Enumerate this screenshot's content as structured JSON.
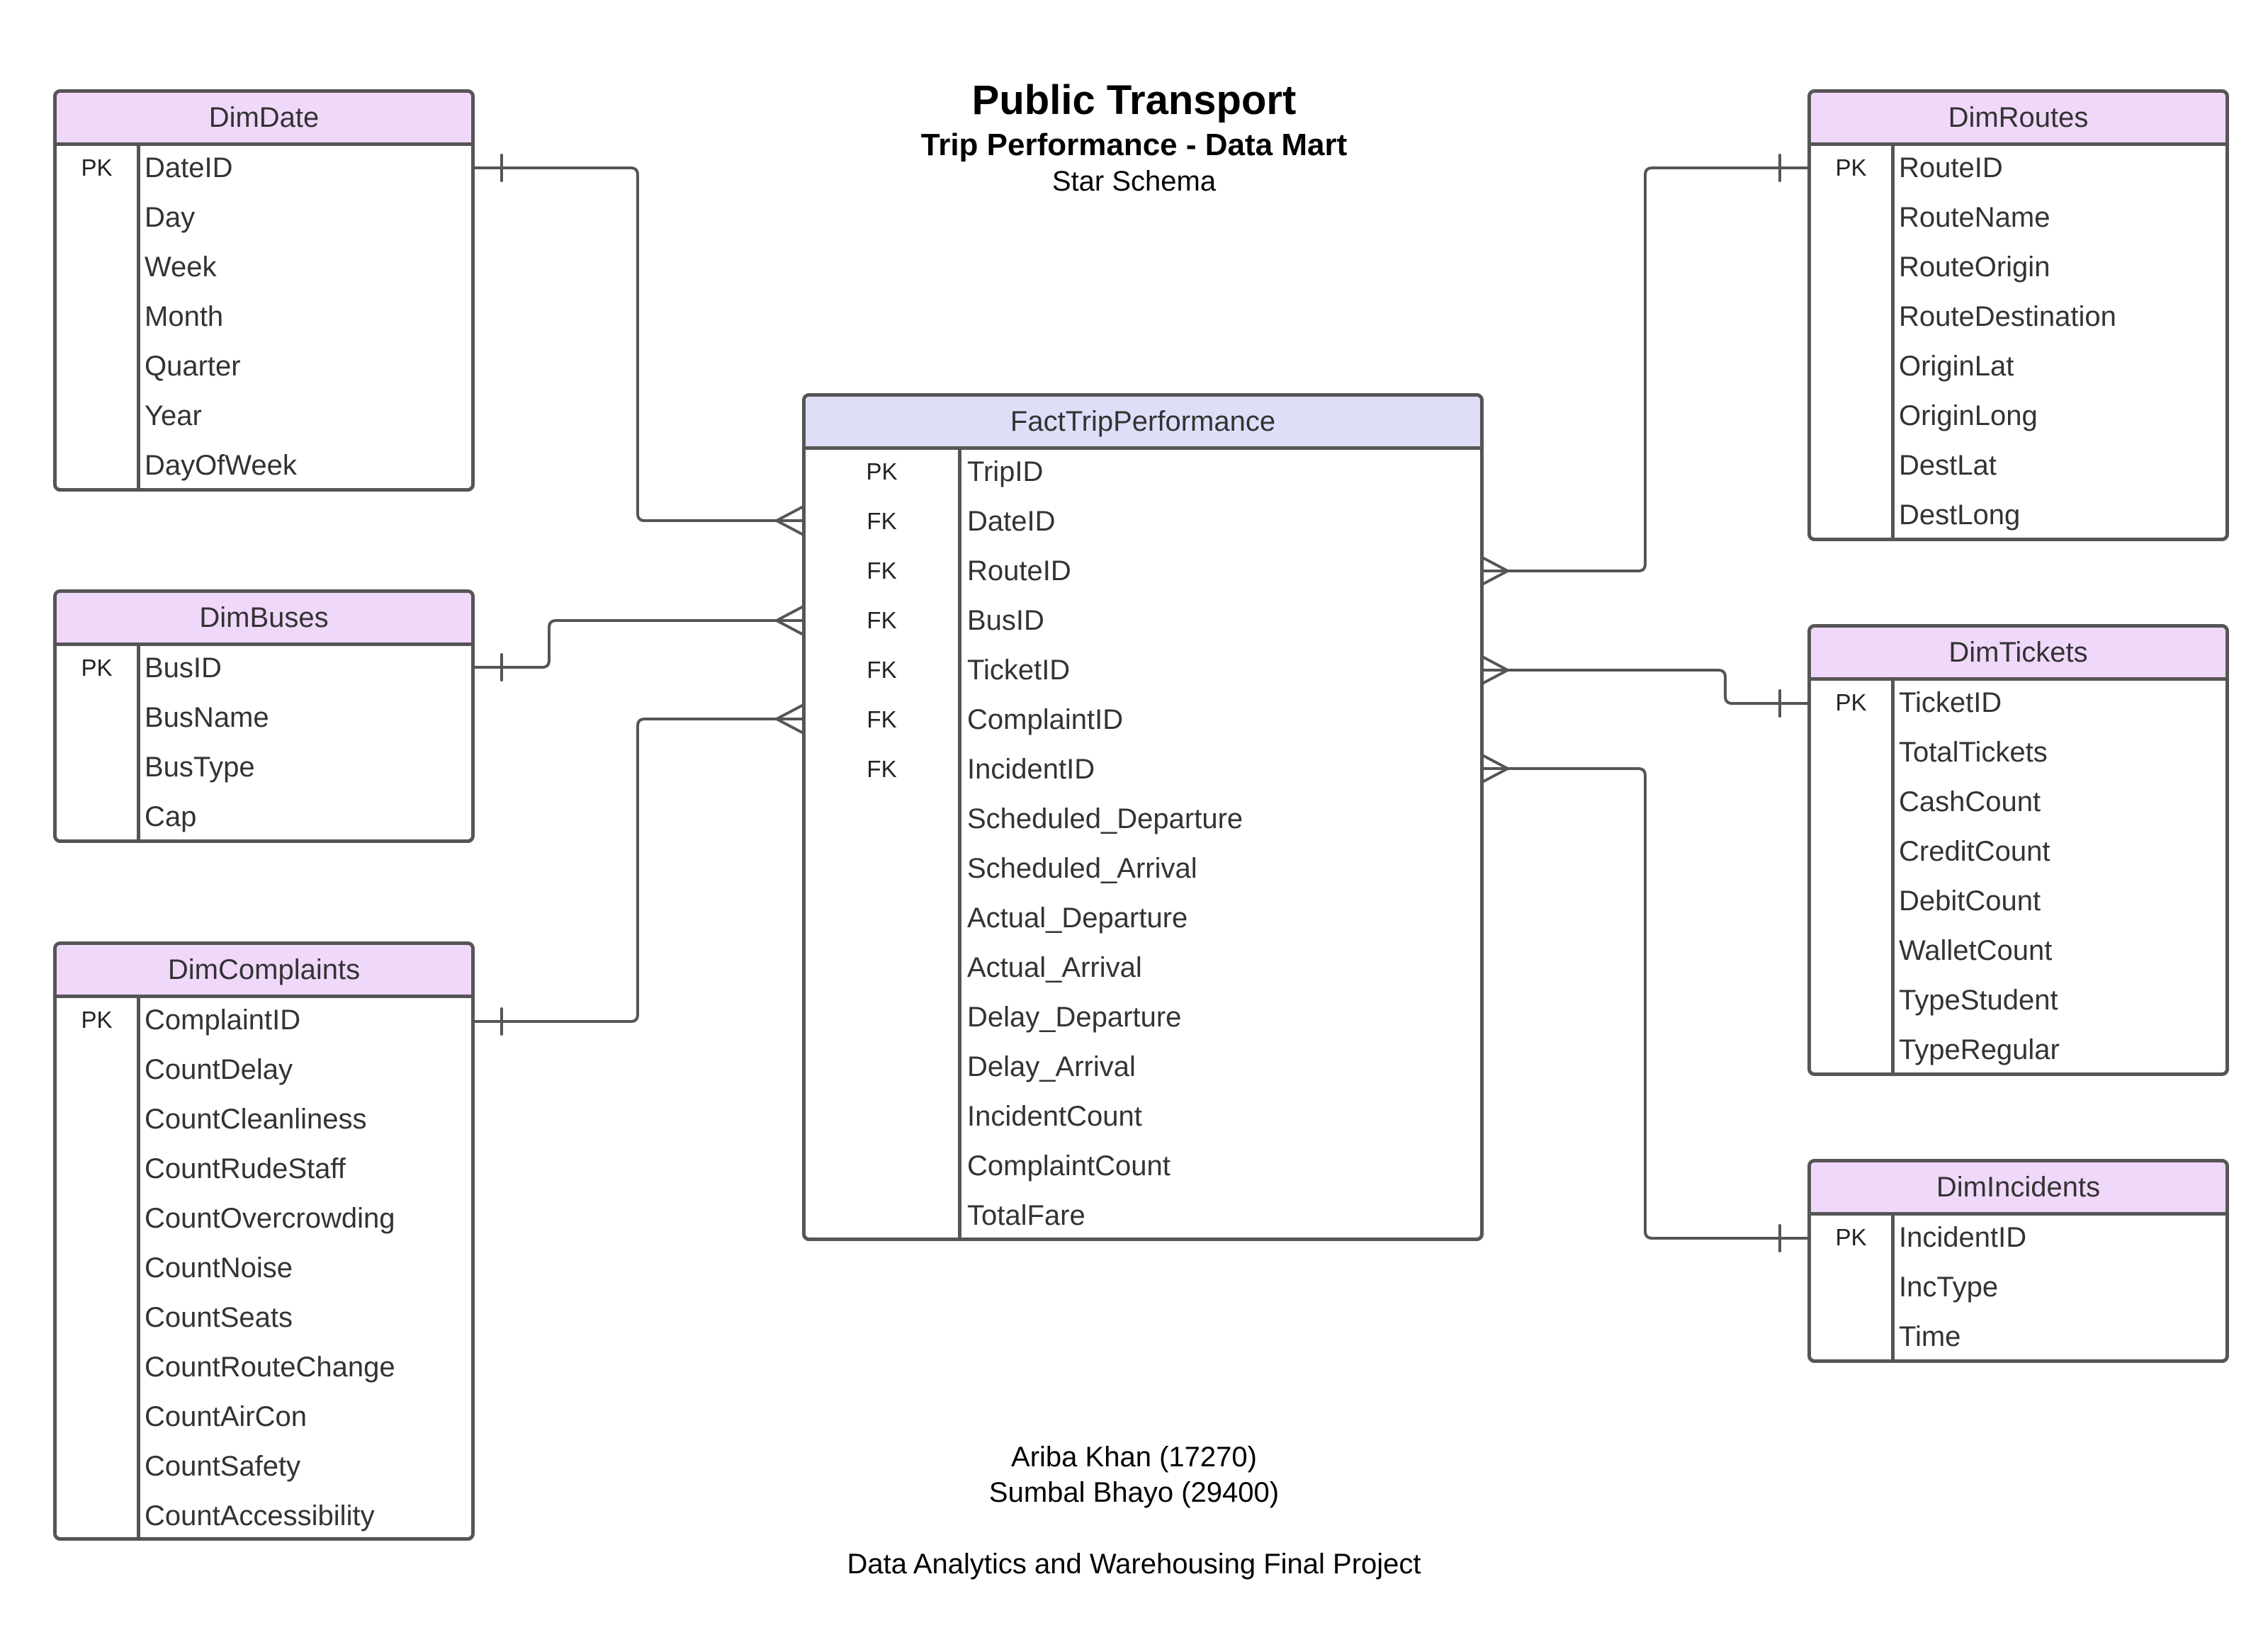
{
  "title": {
    "main": "Public Transport",
    "sub": "Trip Performance - Data Mart",
    "schema_type": "Star Schema"
  },
  "footer": {
    "author1": "Ariba Khan (17270)",
    "author2": "Sumbal Bhayo (29400)",
    "course": "Data Analytics and Warehousing Final Project"
  },
  "entities": {
    "dimdate": {
      "name": "DimDate",
      "fields": [
        {
          "key": "PK",
          "name": "DateID"
        },
        {
          "key": "",
          "name": "Day"
        },
        {
          "key": "",
          "name": "Week"
        },
        {
          "key": "",
          "name": "Month"
        },
        {
          "key": "",
          "name": "Quarter"
        },
        {
          "key": "",
          "name": "Year"
        },
        {
          "key": "",
          "name": "DayOfWeek"
        }
      ]
    },
    "dimbuses": {
      "name": "DimBuses",
      "fields": [
        {
          "key": "PK",
          "name": "BusID"
        },
        {
          "key": "",
          "name": "BusName"
        },
        {
          "key": "",
          "name": "BusType"
        },
        {
          "key": "",
          "name": "Cap"
        }
      ]
    },
    "dimcomplaints": {
      "name": "DimComplaints",
      "fields": [
        {
          "key": "PK",
          "name": "ComplaintID"
        },
        {
          "key": "",
          "name": "CountDelay"
        },
        {
          "key": "",
          "name": "CountCleanliness"
        },
        {
          "key": "",
          "name": "CountRudeStaff"
        },
        {
          "key": "",
          "name": "CountOvercrowding"
        },
        {
          "key": "",
          "name": "CountNoise"
        },
        {
          "key": "",
          "name": "CountSeats"
        },
        {
          "key": "",
          "name": "CountRouteChange"
        },
        {
          "key": "",
          "name": "CountAirCon"
        },
        {
          "key": "",
          "name": "CountSafety"
        },
        {
          "key": "",
          "name": "CountAccessibility"
        }
      ]
    },
    "fact": {
      "name": "FactTripPerformance",
      "fields": [
        {
          "key": "PK",
          "name": "TripID"
        },
        {
          "key": "FK",
          "name": "DateID"
        },
        {
          "key": "FK",
          "name": "RouteID"
        },
        {
          "key": "FK",
          "name": "BusID"
        },
        {
          "key": "FK",
          "name": "TicketID"
        },
        {
          "key": "FK",
          "name": "ComplaintID"
        },
        {
          "key": "FK",
          "name": "IncidentID"
        },
        {
          "key": "",
          "name": "Scheduled_Departure"
        },
        {
          "key": "",
          "name": "Scheduled_Arrival"
        },
        {
          "key": "",
          "name": "Actual_Departure"
        },
        {
          "key": "",
          "name": "Actual_Arrival"
        },
        {
          "key": "",
          "name": "Delay_Departure"
        },
        {
          "key": "",
          "name": "Delay_Arrival"
        },
        {
          "key": "",
          "name": "IncidentCount"
        },
        {
          "key": "",
          "name": "ComplaintCount"
        },
        {
          "key": "",
          "name": "TotalFare"
        }
      ]
    },
    "dimroutes": {
      "name": "DimRoutes",
      "fields": [
        {
          "key": "PK",
          "name": "RouteID"
        },
        {
          "key": "",
          "name": "RouteName"
        },
        {
          "key": "",
          "name": "RouteOrigin"
        },
        {
          "key": "",
          "name": "RouteDestination"
        },
        {
          "key": "",
          "name": "OriginLat"
        },
        {
          "key": "",
          "name": "OriginLong"
        },
        {
          "key": "",
          "name": "DestLat"
        },
        {
          "key": "",
          "name": "DestLong"
        }
      ]
    },
    "dimtickets": {
      "name": "DimTickets",
      "fields": [
        {
          "key": "PK",
          "name": "TicketID"
        },
        {
          "key": "",
          "name": "TotalTickets"
        },
        {
          "key": "",
          "name": "CashCount"
        },
        {
          "key": "",
          "name": "CreditCount"
        },
        {
          "key": "",
          "name": "DebitCount"
        },
        {
          "key": "",
          "name": "WalletCount"
        },
        {
          "key": "",
          "name": "TypeStudent"
        },
        {
          "key": "",
          "name": "TypeRegular"
        }
      ]
    },
    "dimincidents": {
      "name": "DimIncidents",
      "fields": [
        {
          "key": "PK",
          "name": "IncidentID"
        },
        {
          "key": "",
          "name": "IncType"
        },
        {
          "key": "",
          "name": "Time"
        }
      ]
    }
  },
  "relationships": [
    {
      "from": "dimdate",
      "to": "fact",
      "cardinality": "one-to-many"
    },
    {
      "from": "dimbuses",
      "to": "fact",
      "cardinality": "one-to-many"
    },
    {
      "from": "dimcomplaints",
      "to": "fact",
      "cardinality": "one-to-many"
    },
    {
      "from": "dimroutes",
      "to": "fact",
      "cardinality": "one-to-many"
    },
    {
      "from": "dimtickets",
      "to": "fact",
      "cardinality": "one-to-many"
    },
    {
      "from": "dimincidents",
      "to": "fact",
      "cardinality": "one-to-many"
    }
  ],
  "colors": {
    "dimension_header": "#f0d8fa",
    "fact_header": "#dedef9",
    "border": "#555555"
  }
}
